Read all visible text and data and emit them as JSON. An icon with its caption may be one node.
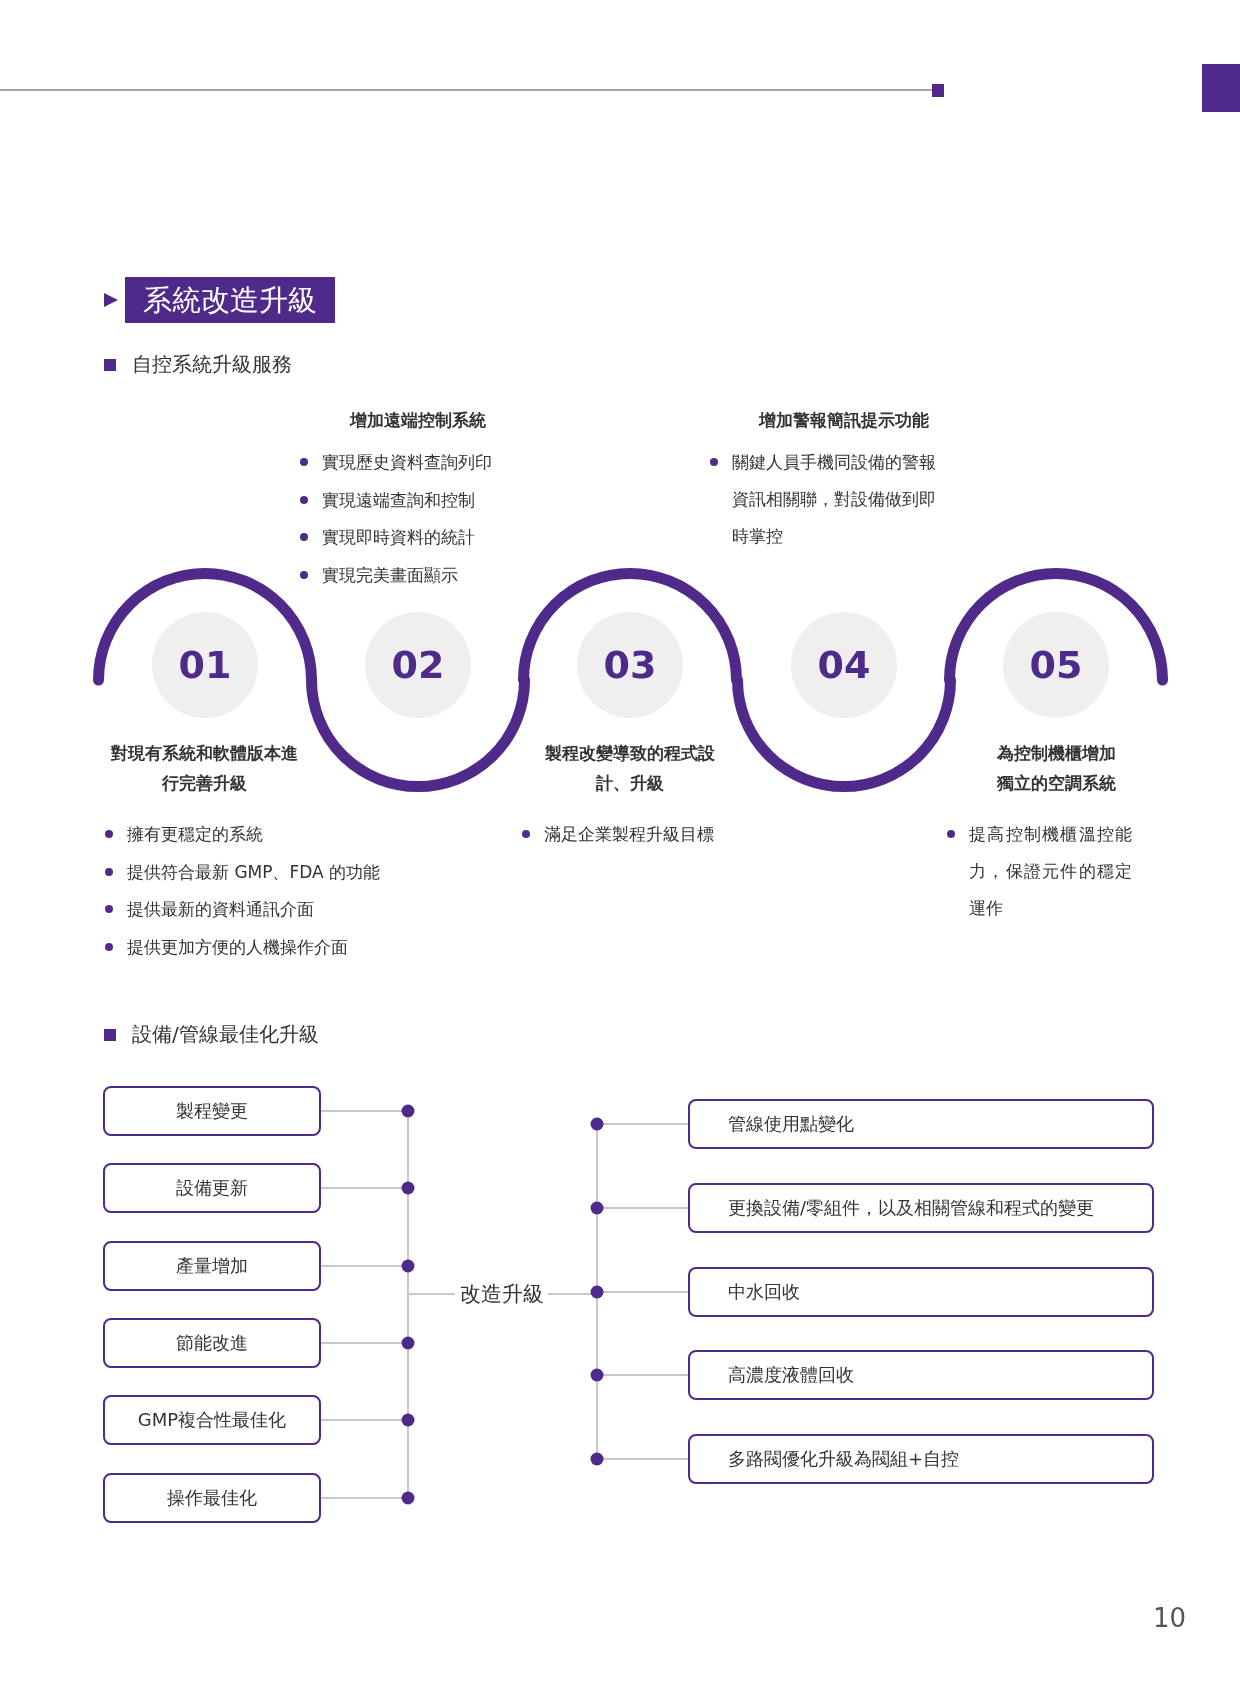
{
  "diagram": {
    "title": "系統改造升級",
    "nodes": [
      {
        "text": [
          "01"
        ],
        "beside": [
          "對現有系統和軟體版本進行完善升級",
          "擁有更穩定的系統",
          "提供符合最新 GMP、FDA 的功能",
          "提供最新的資料通訊介面",
          "提供更加方便的人機操作介面"
        ]
      },
      {
        "text": [
          "02"
        ],
        "beside": [
          "增加遠端控制系統",
          "實現歷史資料查詢列印",
          "實現遠端查詢和控制",
          "實現即時資料的統計",
          "實現完美畫面顯示"
        ]
      },
      {
        "text": [
          "03"
        ],
        "beside": [
          "製程改變導致的程式設計、升級",
          "滿足企業製程升級目標"
        ]
      },
      {
        "text": [
          "04"
        ],
        "beside": [
          "增加警報簡訊提示功能",
          "關鍵人員手機同設備的警報資訊相關聯，對設備做到即時掌控"
        ]
      },
      {
        "text": [
          "05"
        ],
        "beside": [
          "為控制機櫃增加獨立的空調系統",
          "提高控制機櫃溫控能力，保證元件的穩定運作"
        ]
      },
      {
        "text": [
          "製程變更"
        ]
      },
      {
        "text": [
          "設備更新"
        ]
      },
      {
        "text": [
          "產量增加"
        ]
      },
      {
        "text": [
          "節能改進"
        ]
      },
      {
        "text": [
          "GMP複合性最佳化"
        ]
      },
      {
        "text": [
          "操作最佳化"
        ]
      },
      {
        "text": [
          "改造升級"
        ]
      },
      {
        "text": [
          "管線使用點變化"
        ]
      },
      {
        "text": [
          "更換設備/零組件，以及相關管線和程式的變更"
        ]
      },
      {
        "text": [
          "中水回收"
        ]
      },
      {
        "text": [
          "高濃度液體回收"
        ]
      },
      {
        "text": [
          "多路閥優化升級為閥組+自控"
        ]
      }
    ],
    "edges": [
      {
        "from": 5,
        "to": 11,
        "arrow": "none"
      },
      {
        "from": 6,
        "to": 11,
        "arrow": "none"
      },
      {
        "from": 7,
        "to": 11,
        "arrow": "none"
      },
      {
        "from": 8,
        "to": 11,
        "arrow": "none"
      },
      {
        "from": 9,
        "to": 11,
        "arrow": "none"
      },
      {
        "from": 10,
        "to": 11,
        "arrow": "none"
      },
      {
        "from": 11,
        "to": 12,
        "arrow": "none"
      },
      {
        "from": 11,
        "to": 13,
        "arrow": "none"
      },
      {
        "from": 11,
        "to": 14,
        "arrow": "none"
      },
      {
        "from": 11,
        "to": 15,
        "arrow": "none"
      },
      {
        "from": 11,
        "to": 16,
        "arrow": "none"
      }
    ],
    "labels": [
      "自控系統升級服務",
      "設備/管線最佳化升級",
      "10"
    ]
  }
}
